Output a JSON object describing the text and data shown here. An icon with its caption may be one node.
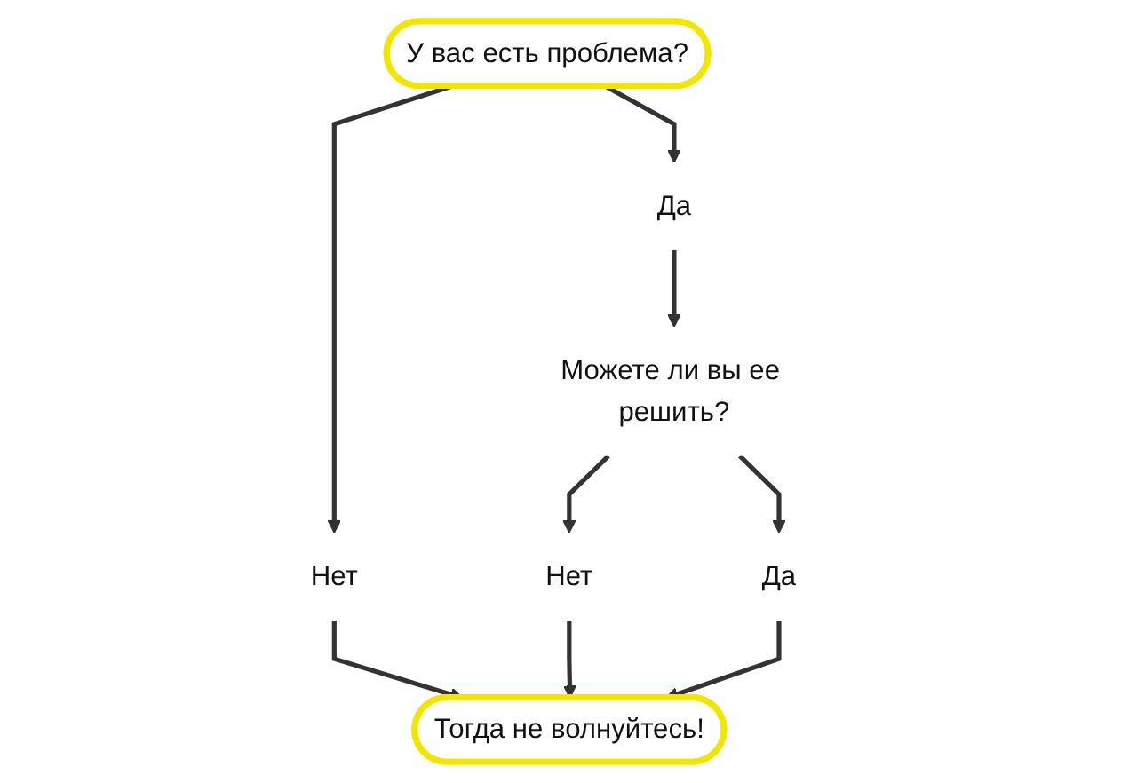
{
  "diagram": {
    "nodes": [
      {
        "text": [
          "У вас есть проблема?"
        ]
      },
      {
        "text": [
          "Нет"
        ]
      },
      {
        "text": [
          "Тогда не волнуйтесь!"
        ]
      },
      {
        "text": [
          "Да"
        ]
      },
      {
        "text": [
          "Можете ли вы ее решить?"
        ]
      },
      {
        "text": [
          "Нет"
        ]
      },
      {
        "text": [
          "Да"
        ]
      }
    ],
    "edges": [
      {
        "from": 0,
        "to": 1,
        "arrow": "to"
      },
      {
        "from": 1,
        "to": 2,
        "arrow": "to"
      },
      {
        "from": 0,
        "to": 3,
        "arrow": "to"
      },
      {
        "from": 3,
        "to": 4,
        "arrow": "to"
      },
      {
        "from": 4,
        "to": 5,
        "arrow": "to"
      },
      {
        "from": 5,
        "to": 2,
        "arrow": "to"
      },
      {
        "from": 4,
        "to": 6,
        "arrow": "to"
      },
      {
        "from": 6,
        "to": 2,
        "arrow": "to"
      }
    ]
  }
}
